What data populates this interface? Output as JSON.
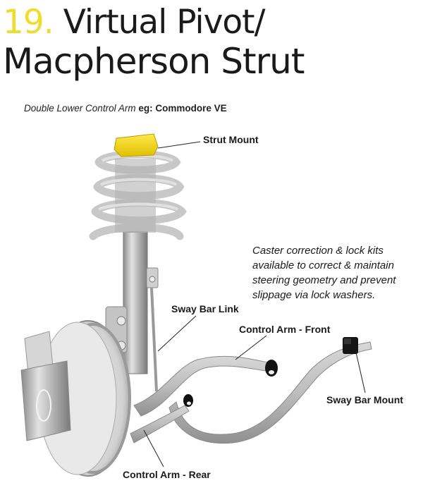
{
  "header": {
    "number": "19.",
    "title_line1": "Virtual Pivot/",
    "title_line2": "Macpherson Strut"
  },
  "subtitle": {
    "type": "Double Lower Control Arm",
    "eg_label": "eg:",
    "example": "Commodore VE"
  },
  "labels": {
    "strut_mount": "Strut Mount",
    "sway_bar_link": "Sway Bar Link",
    "control_arm_front": "Control Arm - Front",
    "sway_bar_mount": "Sway Bar Mount",
    "control_arm_rear": "Control Arm - Rear"
  },
  "note": {
    "line1": "Caster correction & lock kits",
    "line2": "available to correct & maintain",
    "line3": "steering geometry and prevent",
    "line4": "slippage via lock washers."
  },
  "colors": {
    "accent_yellow": "#f0dc2c",
    "bushing_black": "#111111",
    "metal_gray": "#b8b8b8"
  }
}
